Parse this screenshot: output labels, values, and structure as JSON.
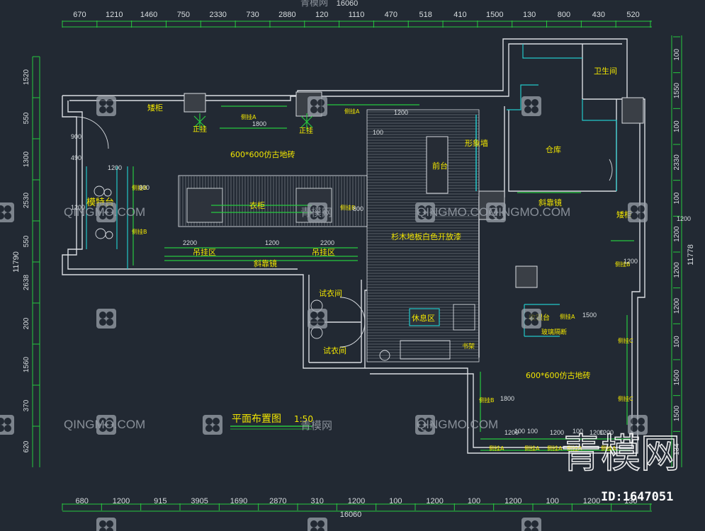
{
  "colors": {
    "background": "#222933",
    "wall": "#d9dde2",
    "dimension": "#27c93f",
    "dimension_text": "#d8dde0",
    "label": "#f2e600",
    "cyan": "#22c7c9",
    "title": "#f2e600",
    "watermark": "#9aa1aa"
  },
  "dimensions": {
    "top": [
      "670",
      "1210",
      "1460",
      "750",
      "2330",
      "730",
      "2880",
      "120",
      "1110",
      "470",
      "518",
      "410",
      "1500",
      "130",
      "800",
      "430",
      "520"
    ],
    "top_total": "16060",
    "bottom": [
      "680",
      "1200",
      "915",
      "3905",
      "1690",
      "2870",
      "310",
      "1200",
      "100",
      "1200",
      "100",
      "1200",
      "100",
      "1200",
      "130"
    ],
    "bottom_total": "16060",
    "left": [
      "1520",
      "550",
      "1300",
      "2530",
      "550",
      "2638",
      "200",
      "1560",
      "370",
      "620"
    ],
    "left_total": "11790",
    "right": [
      "100",
      "1550",
      "100",
      "2330",
      "100",
      "1200",
      "1200",
      "1200",
      "100",
      "1500",
      "1500",
      "134"
    ],
    "right_total": "11778",
    "inner": [
      "1200",
      "2200",
      "1200",
      "2200",
      "100",
      "1200",
      "1800",
      "800",
      "800",
      "100",
      "1200",
      "1200",
      "1200",
      "1200",
      "100",
      "100",
      "1500",
      "1800",
      "1200",
      "1200",
      "900",
      "490",
      "1200"
    ]
  },
  "rooms": {
    "storage": "仓库",
    "wc": "卫生间",
    "image_wall": "形象墙",
    "reception": "前台",
    "model_stage": "模特台",
    "floor_tile_left": "600*600仿古地砖",
    "floor_tile_right": "600*600仿古地砖",
    "wood_floor": "杉木地板白色开放漆",
    "rest_area": "休息区",
    "fitting_1": "试衣间",
    "fitting_2": "试衣间",
    "hanging_1": "吊挂区",
    "hanging_2": "吊挂区",
    "mirror_1": "斜靠镜",
    "mirror_2": "斜靠镜",
    "low_cabinet_1": "矮柜",
    "low_cabinet_2": "矮柜",
    "wardrobe": "衣柜",
    "hanging_front_1": "正挂",
    "hanging_front_2": "正挂",
    "cashier": "收银台",
    "side_hang": [
      "侧挂A",
      "侧挂A",
      "侧挂B",
      "侧挂B",
      "侧挂B",
      "侧挂B",
      "侧挂A",
      "侧挂B",
      "侧挂C",
      "侧挂C",
      "侧挂A",
      "侧挂A",
      "侧挂A",
      "侧挂A",
      "侧挂A"
    ],
    "glass_partition": "玻璃隔断",
    "book_shelf": "书架"
  },
  "title": {
    "text": "平面布置图",
    "scale": "1:50"
  },
  "watermarks": {
    "site": "QINGMO.COM",
    "brand_small": "青模网",
    "brand_big": "青模网",
    "id": "ID:1647051"
  }
}
